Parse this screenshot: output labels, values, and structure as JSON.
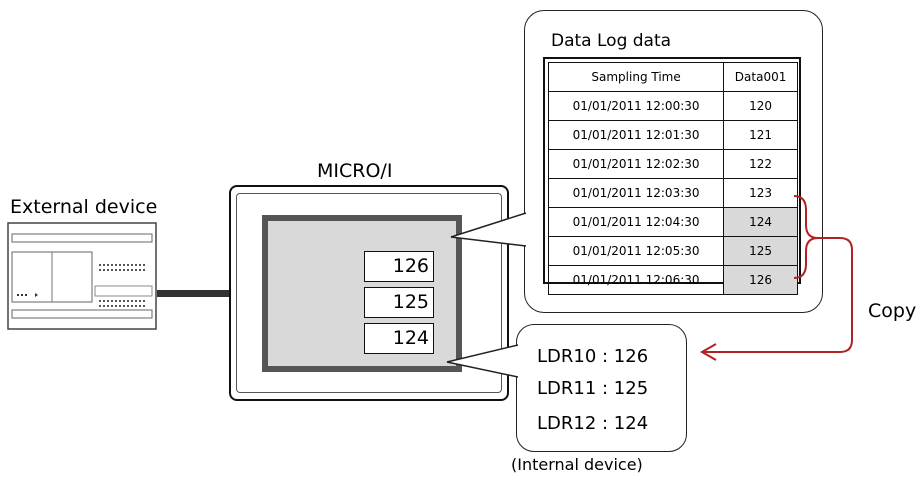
{
  "labels": {
    "external_device": "External device",
    "micro": "MICRO/I",
    "copy": "Copy",
    "internal_device": "(Internal device)"
  },
  "data_log": {
    "title": "Data Log data",
    "columns": [
      "Sampling Time",
      "Data001"
    ],
    "rows": [
      [
        "01/01/2011 12:00:30",
        "120"
      ],
      [
        "01/01/2011 12:01:30",
        "121"
      ],
      [
        "01/01/2011 12:02:30",
        "122"
      ],
      [
        "01/01/2011 12:03:30",
        "123"
      ],
      [
        "01/01/2011 12:04:30",
        "124"
      ],
      [
        "01/01/2011 12:05:30",
        "125"
      ],
      [
        "01/01/2011 12:06:30",
        "126"
      ]
    ],
    "highlight_color": "#d9d9d9"
  },
  "screen_values": [
    "126",
    "125",
    "124"
  ],
  "ldr": [
    "LDR10 : 126",
    "LDR11 : 125",
    "LDR12 : 124"
  ],
  "colors": {
    "copy_arrow": "#b22222",
    "screen_fill": "#d9d9d9",
    "screen_border": "#555555"
  }
}
